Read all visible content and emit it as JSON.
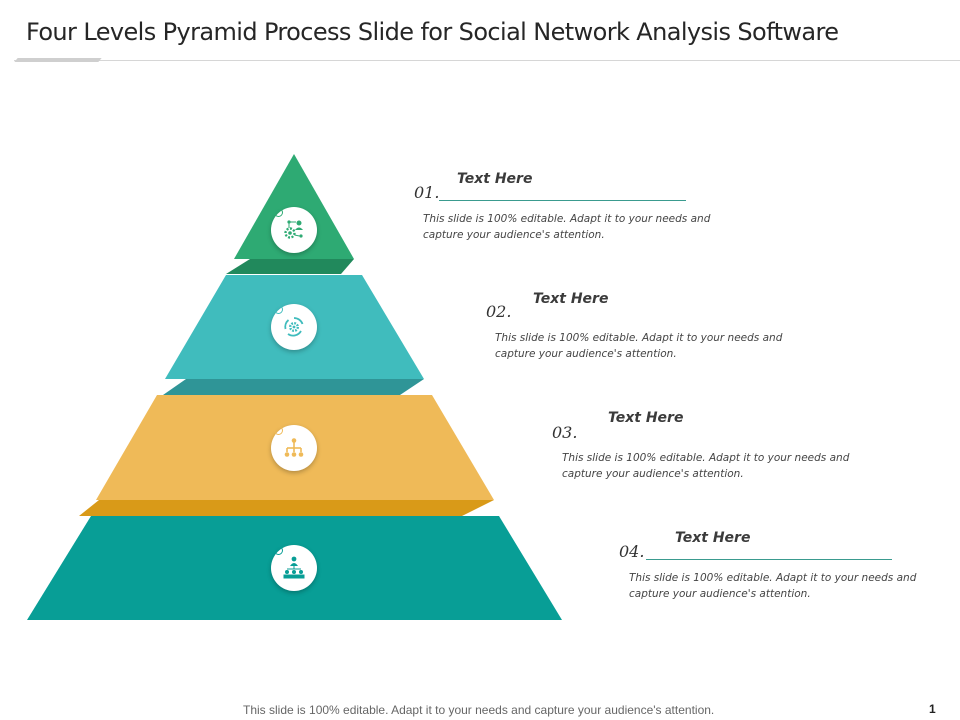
{
  "slide": {
    "title": "Four Levels Pyramid Process Slide for Social Network Analysis Software",
    "footer_text": "This slide is 100% editable. Adapt it to your needs and capture your audience's attention.",
    "page_number": "1"
  },
  "pyramid": {
    "levels": [
      {
        "number": "01.",
        "heading": "Text Here",
        "description": "This slide is 100% editable. Adapt it to your needs and capture your audience's attention.",
        "icon": "gear-user-network-icon",
        "color": "#2eaa73",
        "shade": "#21895c"
      },
      {
        "number": "02.",
        "heading": "Text Here",
        "description": "This slide is 100% editable. Adapt it to your needs and capture your audience's attention.",
        "icon": "gear-cycle-icon",
        "color": "#40bcbd",
        "shade": "#2f9597"
      },
      {
        "number": "03.",
        "heading": "Text Here",
        "description": "This slide is 100% editable. Adapt it to your needs and capture your audience's attention.",
        "icon": "hierarchy-icon",
        "color": "#efba58",
        "shade": "#d99a18"
      },
      {
        "number": "04.",
        "heading": "Text Here",
        "description": "This slide is 100% editable. Adapt it to your needs and capture your audience's attention.",
        "icon": "team-hierarchy-icon",
        "color": "#089e96",
        "shade": "#077e78"
      }
    ]
  },
  "colors": {
    "underline": "#3a9b8f",
    "title_text": "#262626"
  }
}
